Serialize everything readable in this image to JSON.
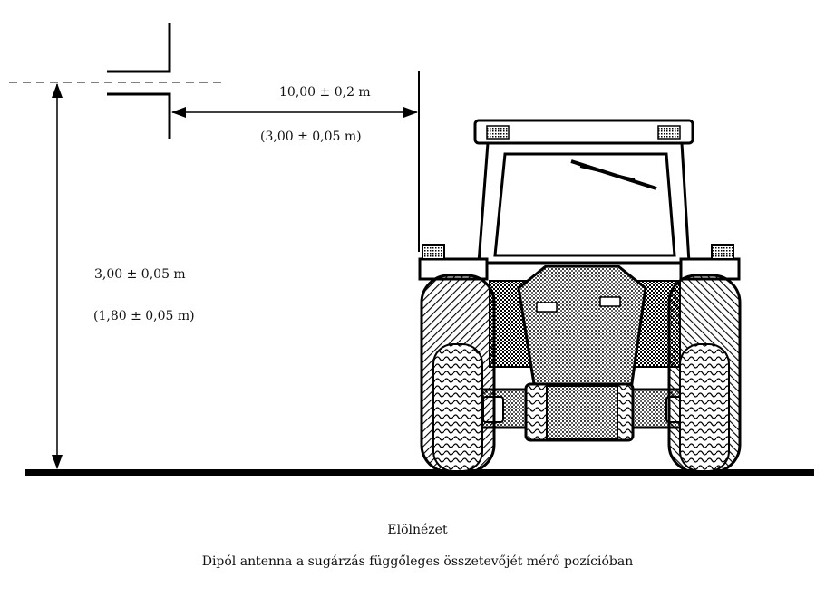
{
  "labels": {
    "distance_main": "10,00  ± 0,2 m",
    "distance_alt": "(3,00   ±  0,05 m)",
    "height_main": "3,00   ±    0,05 m",
    "height_alt": "(1,80   ±  0,05 m)"
  },
  "caption": {
    "view": "Elölnézet",
    "description": "Dipól antenna a sugárzás függőleges összetevőjét mérő pozícióban"
  },
  "colors": {
    "line": "#000000",
    "background": "#ffffff",
    "hatch": "#000000"
  },
  "icons": {
    "antenna": "dipole-antenna-icon",
    "vehicle": "tractor-front-view"
  }
}
